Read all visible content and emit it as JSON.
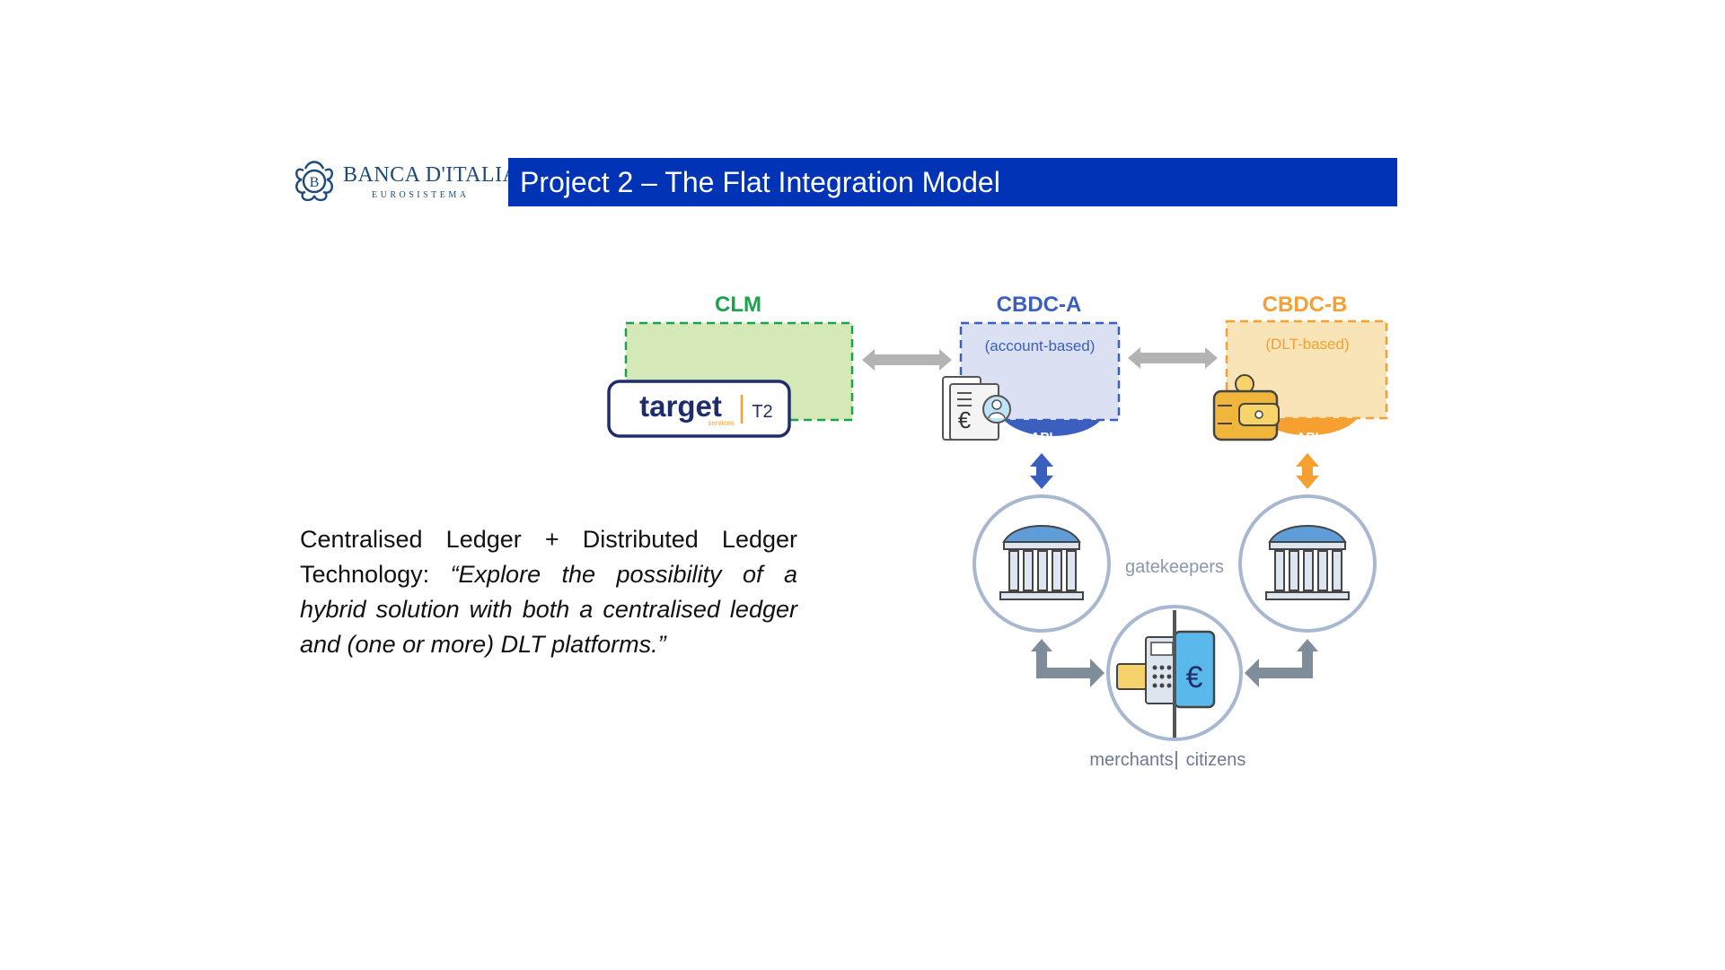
{
  "header": {
    "logo_name": "BANCA D'ITALIA",
    "logo_sub": "EUROSISTEMA",
    "title": "Project 2 – The Flat Integration Model"
  },
  "quote": {
    "lead": "Centralised Ledger + Distributed Ledger Technology: ",
    "italic": "“Explore the possibility of a hybrid solution with both a centralised ledger and (one or more) DLT platforms.”"
  },
  "diagram": {
    "clm": {
      "label": "CLM",
      "color": "#1aa34a",
      "fill": "#d4e8b8"
    },
    "target": {
      "word": "target",
      "tag": "T2",
      "sub": "services"
    },
    "cbdc_a": {
      "label": "CBDC-A",
      "sub": "(account-based)",
      "api": "API",
      "color": "#3a5fbf",
      "fill": "#dbe0f2"
    },
    "cbdc_b": {
      "label": "CBDC-B",
      "sub": "(DLT-based)",
      "api": "API",
      "color": "#f5a030",
      "fill": "#f8e4b6"
    },
    "gatekeepers": "gatekeepers",
    "merchants": "merchants",
    "citizens": "citizens",
    "separator": "|"
  }
}
